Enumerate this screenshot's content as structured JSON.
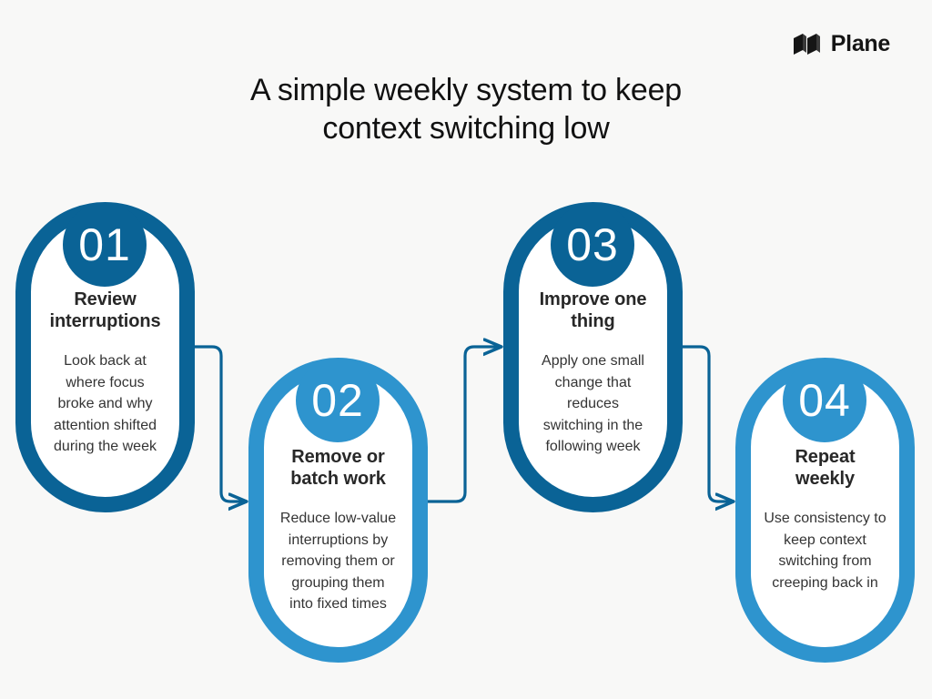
{
  "background_color": "#f8f8f7",
  "brand": {
    "name": "Plane",
    "logo_icon": "plane-logo-icon",
    "color": "#151515"
  },
  "title": "A simple weekly system to keep\ncontext switching low",
  "colors": {
    "dark_blue": "#0a6396",
    "light_blue": "#2e94ce",
    "card_fill": "#ffffff",
    "heading_text": "#282828",
    "body_text": "#343434",
    "badge_text": "#ffffff"
  },
  "steps": [
    {
      "number": "01",
      "heading": "Review\ninterruptions",
      "body": "Look back at\nwhere focus\nbroke and why\nattention shifted\nduring the week",
      "accent": "#0a6396"
    },
    {
      "number": "02",
      "heading": "Remove or\nbatch work",
      "body": "Reduce low-value\ninterruptions by\nremoving them or\ngrouping them\ninto fixed times",
      "accent": "#2e94ce"
    },
    {
      "number": "03",
      "heading": "Improve one\nthing",
      "body": "Apply one small\nchange that\nreduces\nswitching in the\nfollowing week",
      "accent": "#0a6396"
    },
    {
      "number": "04",
      "heading": "Repeat\nweekly",
      "body": "Use consistency to\nkeep context\nswitching from\ncreeping back in",
      "accent": "#2e94ce"
    }
  ],
  "connectors": [
    {
      "name": "connector-1-to-2",
      "from": "01",
      "to": "02",
      "color": "#0a6396",
      "shape": "right-down-right-arrow"
    },
    {
      "name": "connector-2-to-3",
      "from": "02",
      "to": "03",
      "color": "#0a6396",
      "shape": "right-up-right-arrow"
    },
    {
      "name": "connector-3-to-4",
      "from": "03",
      "to": "04",
      "color": "#0a6396",
      "shape": "right-down-right-arrow"
    }
  ]
}
